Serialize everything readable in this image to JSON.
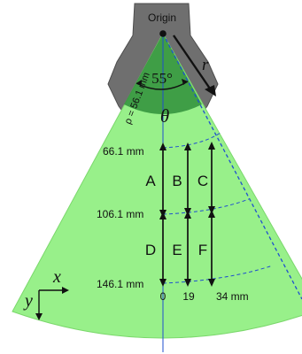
{
  "origin_label": "Origin",
  "rho_label": "ρ = 56.1 mm",
  "angle_label": "55°",
  "theta_label": "θ",
  "r_label": "r",
  "radii_labels": [
    "66.1 mm",
    "106.1 mm",
    "146.1 mm"
  ],
  "zones": [
    "A",
    "B",
    "C",
    "D",
    "E",
    "F"
  ],
  "offset_labels": [
    "0",
    "19",
    "34 mm"
  ],
  "axis_labels": {
    "x": "x",
    "y": "y"
  },
  "colors": {
    "fan_fill": "#98f08a",
    "probe_fill": "#6f6f6f",
    "overlap_fill": "#2f8f3a",
    "boundary_dash": "#1f4fcf"
  }
}
